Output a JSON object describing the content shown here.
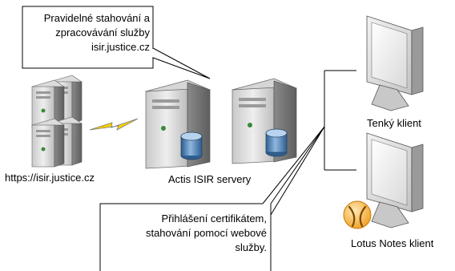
{
  "callout_top": {
    "lines": [
      "Pravidelné stahování a",
      "zpracovávání služby",
      "isir.justice.cz"
    ]
  },
  "callout_bottom": {
    "lines": [
      "Přihlášení certifikátem,",
      "stahování pomocí webové",
      "služby."
    ]
  },
  "labels": {
    "isir": "https://isir.justice.cz",
    "actis": "Actis ISIR servery",
    "thin_client": "Tenký klient",
    "notes_client": "Lotus Notes klient"
  }
}
